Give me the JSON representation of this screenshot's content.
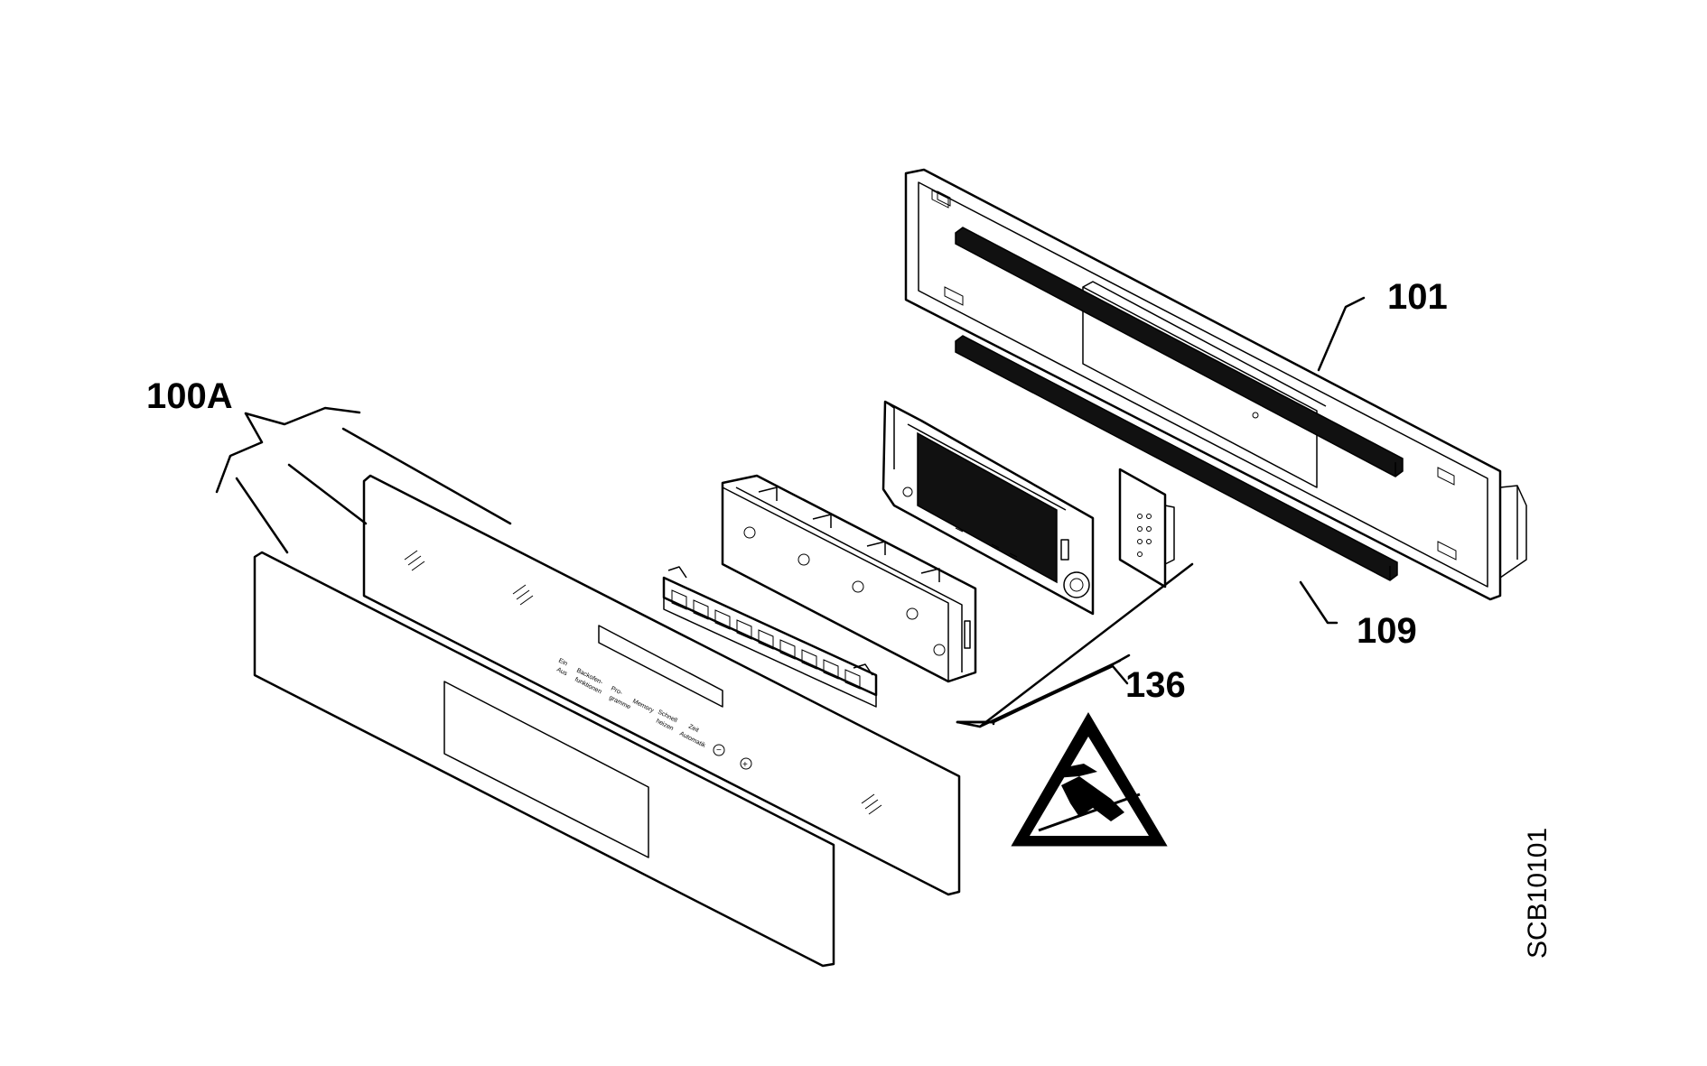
{
  "diagram": {
    "callouts": {
      "c100A": "100A",
      "c101": "101",
      "c109": "109",
      "c136": "136"
    },
    "document_id": "SCB10101",
    "panel_labels": {
      "l1a": "Ein",
      "l1b": "Aus",
      "l2a": "Backofen-",
      "l2b": "funktionen",
      "l3a": "Pro-",
      "l3b": "gramme",
      "l4": "Memory",
      "l5a": "Schnell",
      "l5b": "heizen",
      "l6a": "Zeit",
      "l6b": "Automatik",
      "minus": "−",
      "plus": "+"
    },
    "warning_icon": "esd-warning-icon"
  }
}
